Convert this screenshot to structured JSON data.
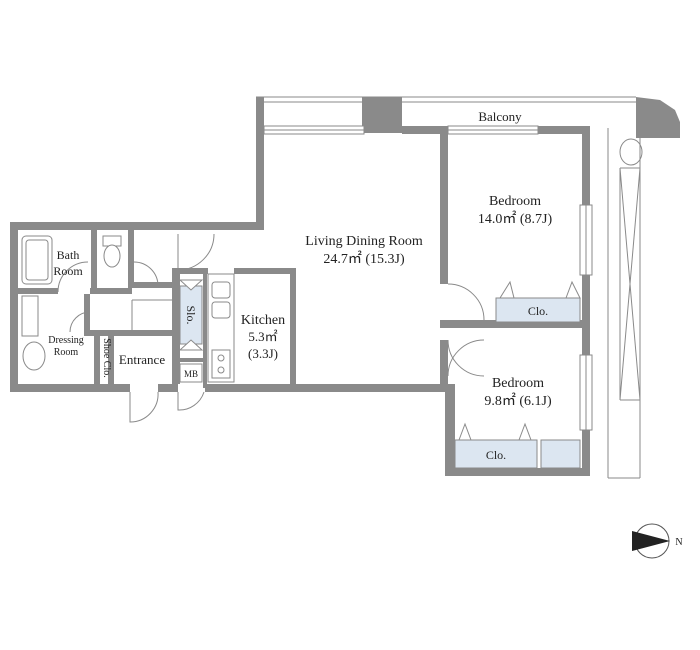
{
  "rooms": {
    "balcony": "Balcony",
    "living": {
      "name": "Living Dining Room",
      "area": "24.7㎡ (15.3J)"
    },
    "bedroom1": {
      "name": "Bedroom",
      "area": "14.0㎡ (8.7J)"
    },
    "bedroom2": {
      "name": "Bedroom",
      "area": "9.8㎡ (6.1J)"
    },
    "kitchen": {
      "name": "Kitchen",
      "area": "5.3㎡",
      "area_j": "(3.3J)"
    },
    "bath": {
      "line1": "Bath",
      "line2": "Room"
    },
    "dressing": {
      "line1": "Dressing",
      "line2": "Room"
    },
    "entrance": "Entrance",
    "shoe_closet": "Shoe Clo.",
    "storage": "Slo.",
    "mb": "MB",
    "closet1": "Clo.",
    "closet2": "Clo."
  },
  "compass": {
    "label": "N"
  },
  "colors": {
    "wall": "#8a8a8a",
    "closet": "#dce6f1",
    "text": "#222222"
  }
}
